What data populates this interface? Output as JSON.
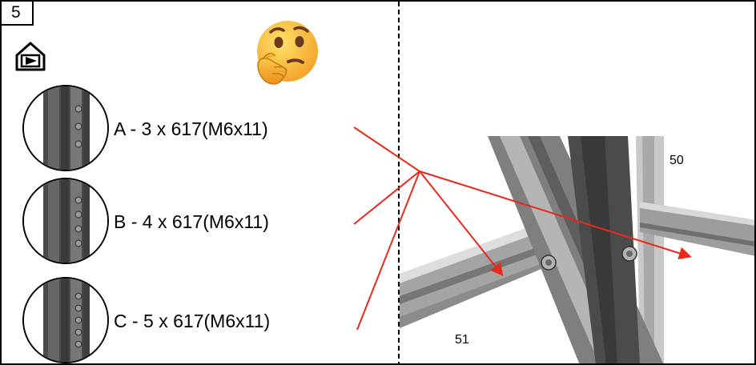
{
  "step": {
    "number": "5"
  },
  "icons": {
    "house": "house-play-icon",
    "emoji": "thinking-face-emoji"
  },
  "options": [
    {
      "label": "A - 3 x 617(M6x11)",
      "bolts": 3
    },
    {
      "label": "B - 4 x 617(M6x11)",
      "bolts": 4
    },
    {
      "label": "C - 5 x 617(M6x11)",
      "bolts": 5
    }
  ],
  "photo": {
    "label_top": "50",
    "label_bottom": "51"
  },
  "colors": {
    "arrow": "#e8291c",
    "outline": "#000000"
  }
}
